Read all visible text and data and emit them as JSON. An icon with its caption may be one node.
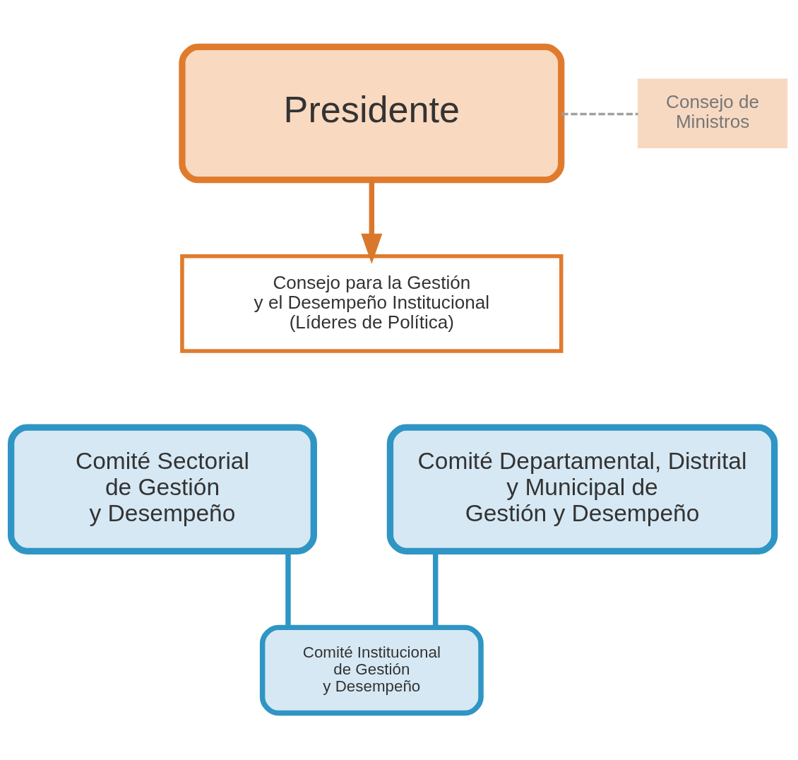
{
  "diagram": {
    "nodes": [
      {
        "text": [
          "Presidente"
        ]
      },
      {
        "text": [
          "Consejo de Ministros"
        ]
      },
      {
        "text": [
          "Consejo para la Gestión y el Desempeño Institucional (Líderes de Política)"
        ]
      },
      {
        "text": [
          "Comité Sectorial de Gestión y Desempeño"
        ]
      },
      {
        "text": [
          "Comité Departamental, Distrital y Municipal de Gestión y Desempeño"
        ]
      },
      {
        "text": [
          "Comité Institucional de Gestión y Desempeño"
        ]
      }
    ],
    "edges": [
      {
        "from": 0,
        "to": 1,
        "arrow": "none",
        "style": "dashed",
        "color": "#a0a0a0"
      },
      {
        "from": 0,
        "to": 2,
        "arrow": "to",
        "color": "#d9782d"
      },
      {
        "from": 3,
        "to": 5,
        "arrow": "none"
      },
      {
        "from": 4,
        "to": 5,
        "arrow": "none"
      }
    ]
  }
}
